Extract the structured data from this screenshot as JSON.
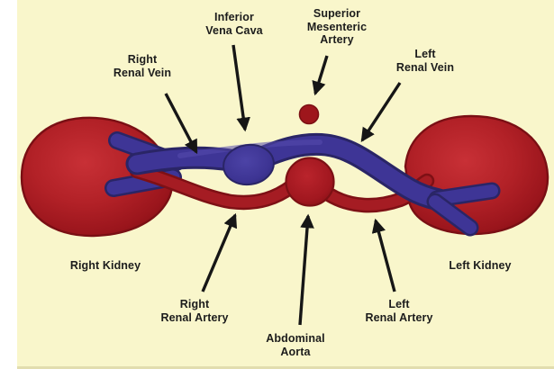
{
  "figure": {
    "title": "Kidney and renal vessels diagram",
    "background_color": "#F9F6CB",
    "left_margin_color": "#FFFFFF",
    "colors": {
      "kidney_red": "#AC1D24",
      "kidney_dark_rim": "#7A0F14",
      "vein_blue": "#3E3596",
      "vein_dark_rim": "#2A2566",
      "artery_red": "#A51C23",
      "artery_dark_rim": "#7E1015",
      "arrow": "#161616",
      "text": "#1C1C1C"
    },
    "labels": [
      {
        "id": "inferior-vena-cava",
        "text": "Inferior\nVena Cava"
      },
      {
        "id": "superior-mesenteric-artery",
        "text": "Superior\nMesenteric\nArtery"
      },
      {
        "id": "right-renal-vein",
        "text": "Right\nRenal Vein"
      },
      {
        "id": "left-renal-vein",
        "text": "Left\nRenal Vein"
      },
      {
        "id": "right-kidney",
        "text": "Right Kidney"
      },
      {
        "id": "left-kidney",
        "text": "Left Kidney"
      },
      {
        "id": "right-renal-artery",
        "text": "Right\nRenal Artery"
      },
      {
        "id": "abdominal-aorta",
        "text": "Abdominal\nAorta"
      },
      {
        "id": "left-renal-artery",
        "text": "Left\nRenal Artery"
      }
    ]
  }
}
